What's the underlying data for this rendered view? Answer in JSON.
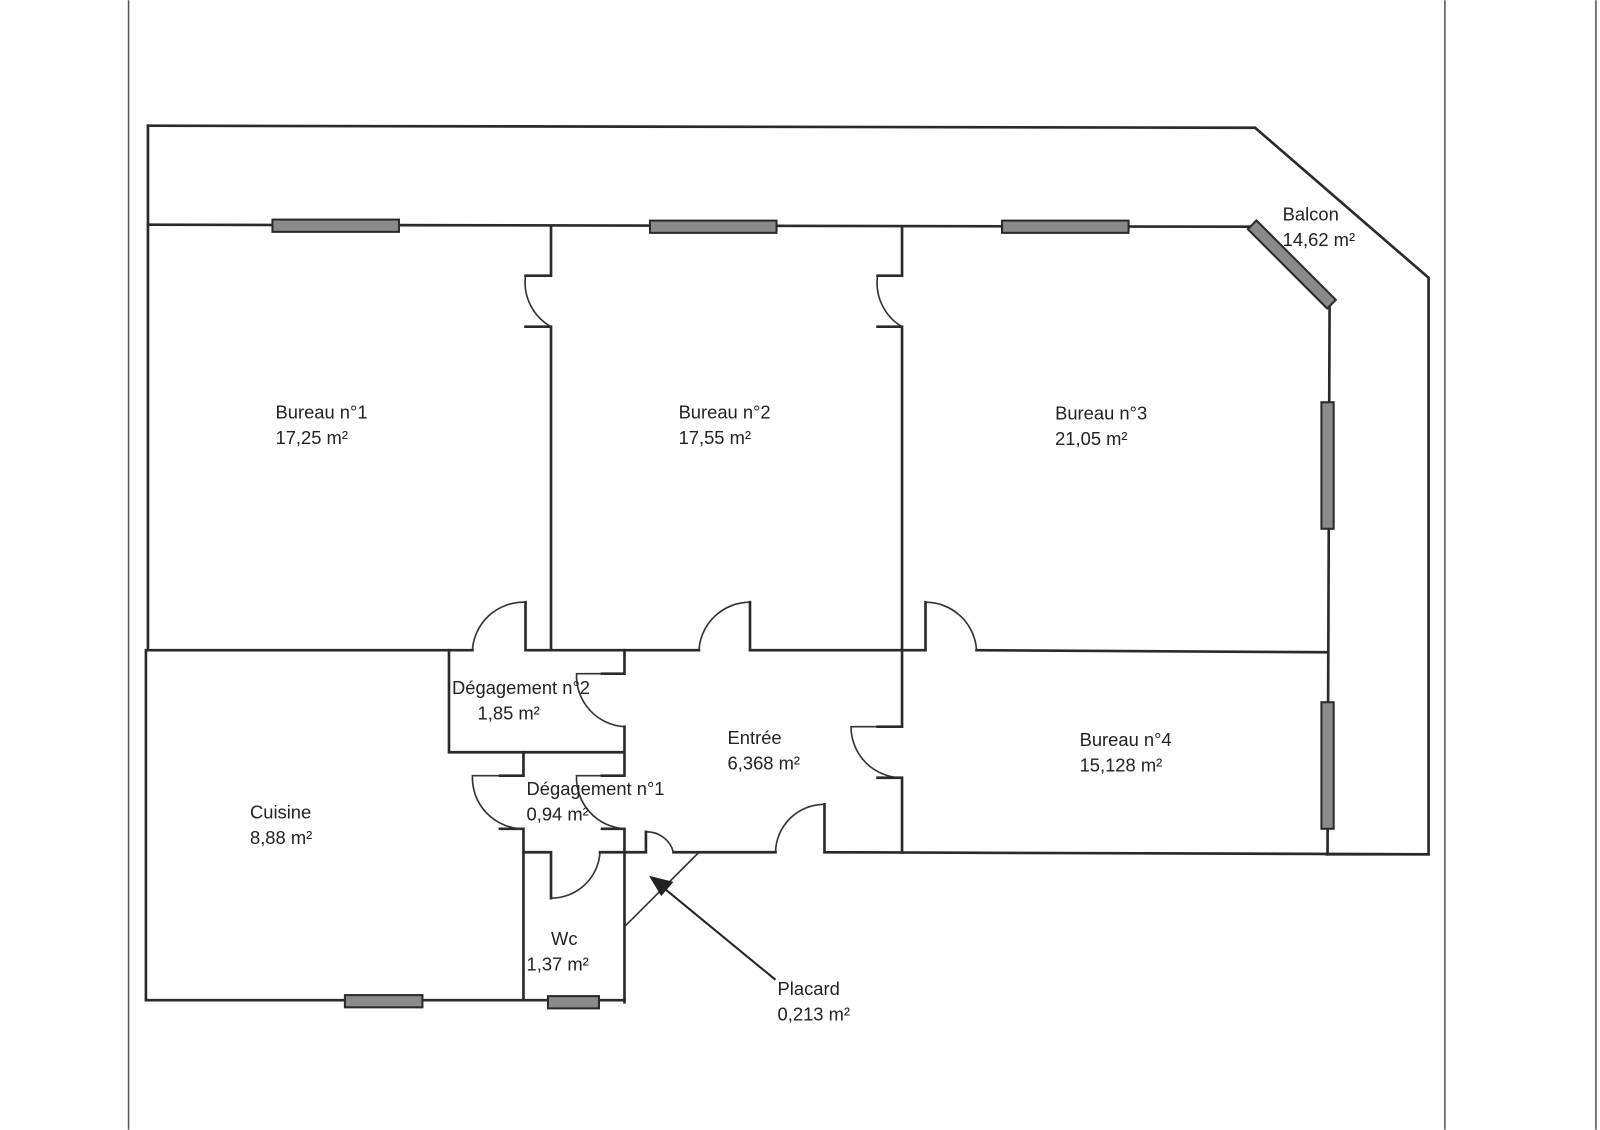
{
  "rooms": [
    {
      "name": "Bureau n°1",
      "area": "17,25  m²"
    },
    {
      "name": "Bureau n°2",
      "area": "17,55  m²"
    },
    {
      "name": "Bureau n°3",
      "area": "21,05  m²"
    },
    {
      "name": "Balcon",
      "area": "14,62  m²"
    },
    {
      "name": "Dégagement n°2",
      "area": "1,85  m²"
    },
    {
      "name": "Entrée",
      "area": "6,368  m²"
    },
    {
      "name": "Bureau n°4",
      "area": "15,128  m²"
    },
    {
      "name": "Dégagement n°1",
      "area": "0,94  m²"
    },
    {
      "name": "Cuisine",
      "area": "8,88  m²"
    },
    {
      "name": "Wc",
      "area": "1,37  m²"
    },
    {
      "name": "Placard",
      "area": "0,213  m²"
    }
  ],
  "colors": {
    "wall": "#2a2a2a",
    "window": "#8a8a8a"
  }
}
